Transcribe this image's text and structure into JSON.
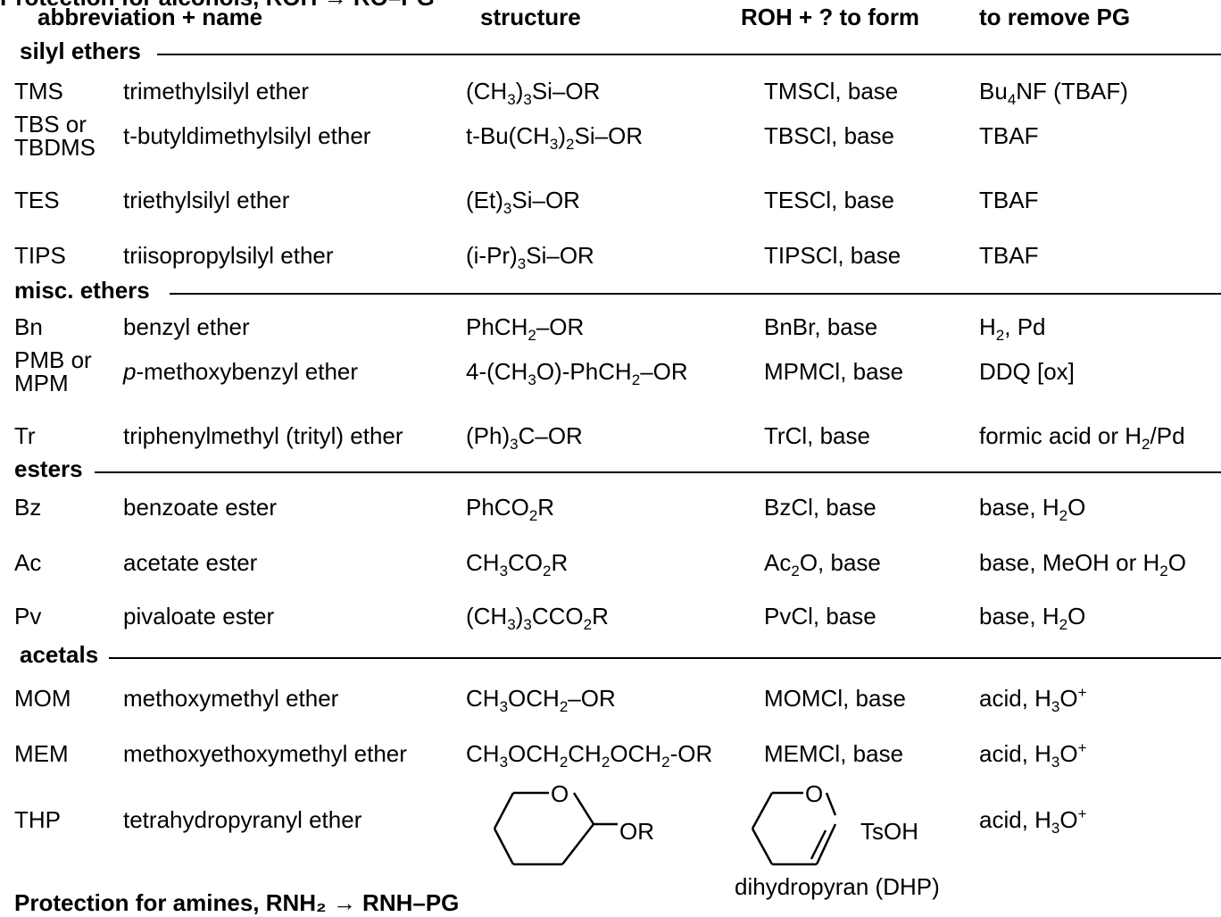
{
  "title": "Protection for alcohols, ROH → RO–PG",
  "headers": {
    "name": "abbreviation + name",
    "structure": "structure",
    "form": "ROH + ? to form",
    "remove": "to remove PG"
  },
  "sections": [
    {
      "title": "silyl ethers",
      "rows": [
        {
          "abbr": "TMS",
          "name": "trimethylsilyl ether",
          "structure": "(CH<sub>3</sub>)<sub>3</sub>Si–OR",
          "form": "TMSCl, base",
          "remove": "Bu<sub>4</sub>NF (TBAF)"
        },
        {
          "abbr": "TBS or<br>TBDMS",
          "name": "t-butyldimethylsilyl ether",
          "structure": "t-Bu(CH<sub>3</sub>)<sub>2</sub>Si–OR",
          "form": "TBSCl, base",
          "remove": "TBAF"
        },
        {
          "abbr": "TES",
          "name": "triethylsilyl ether",
          "structure": "(Et)<sub>3</sub>Si–OR",
          "form": "TESCl, base",
          "remove": "TBAF"
        },
        {
          "abbr": "TIPS",
          "name": "triisopropylsilyl ether",
          "structure": "(i-Pr)<sub>3</sub>Si–OR",
          "form": "TIPSCl, base",
          "remove": "TBAF"
        }
      ]
    },
    {
      "title": "misc. ethers",
      "rows": [
        {
          "abbr": "Bn",
          "name": "benzyl ether",
          "structure": "PhCH<sub>2</sub>–OR",
          "form": "BnBr, base",
          "remove": "H<sub>2</sub>, Pd"
        },
        {
          "abbr": "PMB or<br>MPM",
          "name": "<i>p</i>-methoxybenzyl ether",
          "structure": "4-(CH<sub>3</sub>O)-PhCH<sub>2</sub>–OR",
          "form": "MPMCl, base",
          "remove": "DDQ [ox]"
        },
        {
          "abbr": "Tr",
          "name": "triphenylmethyl (trityl) ether",
          "structure": "(Ph)<sub>3</sub>C–OR",
          "form": "TrCl, base",
          "remove": "formic acid or H<sub>2</sub>/Pd"
        }
      ]
    },
    {
      "title": "esters",
      "rows": [
        {
          "abbr": "Bz",
          "name": "benzoate ester",
          "structure": "PhCO<sub>2</sub>R",
          "form": "BzCl, base",
          "remove": "base, H<sub>2</sub>O"
        },
        {
          "abbr": "Ac",
          "name": "acetate ester",
          "structure": "CH<sub>3</sub>CO<sub>2</sub>R",
          "form": "Ac<sub>2</sub>O, base",
          "remove": "base, MeOH or H<sub>2</sub>O"
        },
        {
          "abbr": "Pv",
          "name": "pivaloate ester",
          "structure": "(CH<sub>3</sub>)<sub>3</sub>CCO<sub>2</sub>R",
          "form": "PvCl, base",
          "remove": "base, H<sub>2</sub>O"
        }
      ]
    },
    {
      "title": "acetals",
      "rows": [
        {
          "abbr": "MOM",
          "name": "methoxymethyl ether",
          "structure": "CH<sub>3</sub>OCH<sub>2</sub>–OR",
          "form": "MOMCl, base",
          "remove": "acid, H<sub>3</sub>O<sup>+</sup>"
        },
        {
          "abbr": "MEM",
          "name": "methoxyethoxymethyl ether",
          "structure": "CH<sub>3</sub>OCH<sub>2</sub>CH<sub>2</sub>OCH<sub>2</sub>-OR",
          "form": "MEMCl, base",
          "remove": "acid, H<sub>3</sub>O<sup>+</sup>"
        },
        {
          "abbr": "THP",
          "name": "tetrahydropyranyl ether",
          "structure": "",
          "form": "",
          "remove": "acid, H<sub>3</sub>O<sup>+</sup>"
        }
      ]
    }
  ],
  "thp": {
    "ring_o": "O",
    "or_label": "OR",
    "dhp_o": "O",
    "reagent": "TsOH",
    "dhp_label": "dihydropyran (DHP)"
  },
  "footer_title": "Protection for amines, RNH₂ → RNH–PG"
}
